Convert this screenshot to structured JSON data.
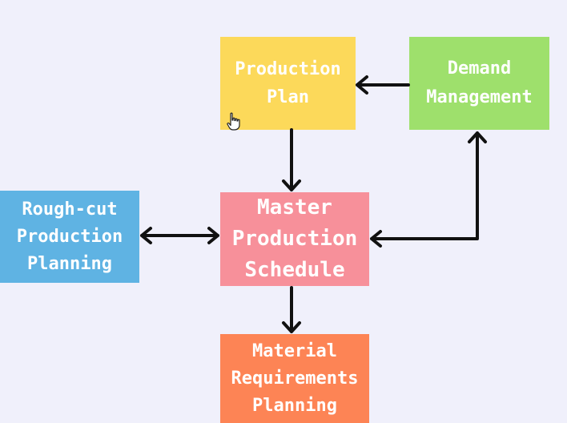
{
  "colors": {
    "background": "#f0f0fb",
    "production_plan": "#fcd95a",
    "demand_management": "#9ee06c",
    "master_production_schedule": "#f7909a",
    "rough_cut": "#5fb3e3",
    "material_requirements": "#fd8455",
    "arrow": "#111111"
  },
  "nodes": {
    "production_plan": "Production\nPlan",
    "demand_management": "Demand\nManagement",
    "master_production_schedule": "Master\nProduction\nSchedule",
    "rough_cut": "Rough-cut\nProduction\nPlanning",
    "material_requirements": "Material\nRequirements\nPlanning"
  },
  "edges": [
    {
      "from": "demand_management",
      "to": "production_plan",
      "direction": "one-way"
    },
    {
      "from": "production_plan",
      "to": "master_production_schedule",
      "direction": "one-way"
    },
    {
      "from": "rough_cut",
      "to": "master_production_schedule",
      "direction": "two-way"
    },
    {
      "from": "master_production_schedule",
      "to": "demand_management",
      "direction": "two-way"
    },
    {
      "from": "master_production_schedule",
      "to": "material_requirements",
      "direction": "one-way"
    }
  ],
  "cursor_icon": "hand-pointer-icon"
}
